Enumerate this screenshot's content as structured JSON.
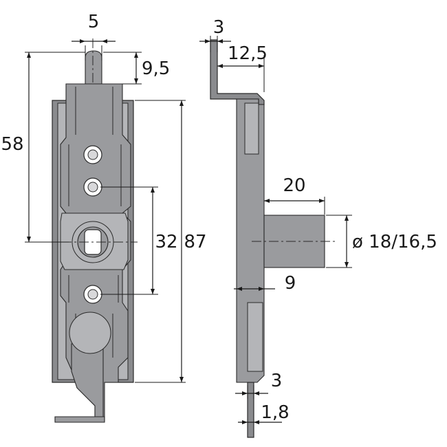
{
  "dimensions": {
    "top_width": "5",
    "tip_height": "9,5",
    "left_height": "58",
    "hole_spacing": "32",
    "total_height": "87",
    "side_thickness": "3",
    "side_offset": "12,5",
    "pin_length": "20",
    "pin_diameter": "ø 18/16,5",
    "pin_offset": "9",
    "bottom_thickness": "3",
    "plate_thickness": "1,8"
  },
  "colors": {
    "part_fill": "#8a8b8e",
    "part_light": "#b4b5b8",
    "line": "#1a1a1a"
  }
}
